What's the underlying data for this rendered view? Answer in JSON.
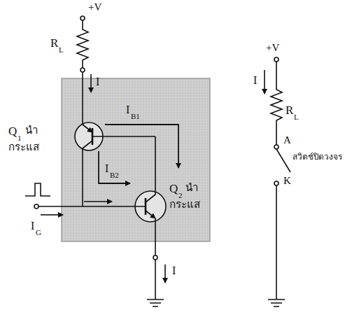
{
  "diagram": {
    "labels": [
      "+V",
      "R",
      "L",
      "I",
      "I",
      "B1",
      "Q",
      "1",
      "นำ",
      "กระแส",
      "I",
      "B2",
      "Q",
      "2",
      "นำ",
      "กระแส",
      "I",
      "G",
      "I",
      "+V",
      "I",
      "R",
      "L",
      "A",
      "สวิตช์ปิดวงจร",
      "K"
    ]
  }
}
